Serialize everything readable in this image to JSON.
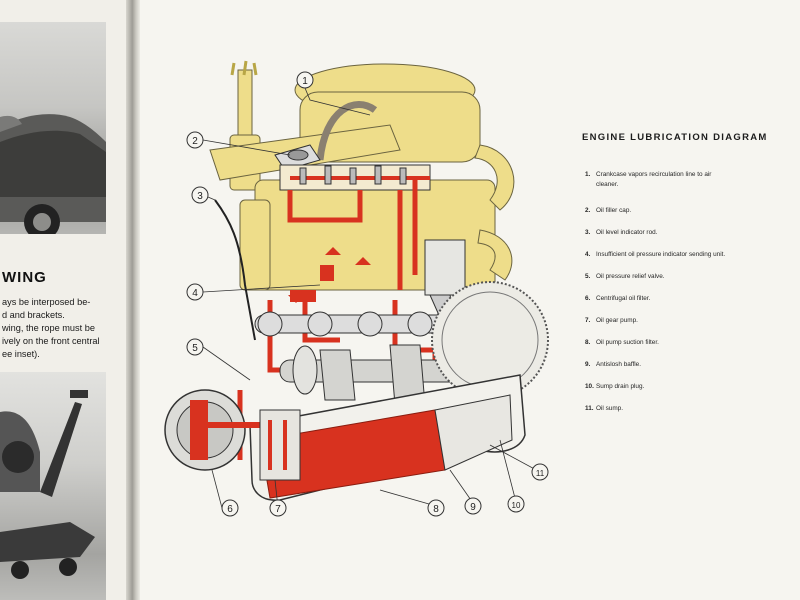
{
  "left_page": {
    "heading": "WING",
    "paragraph_lines": [
      "ays be interposed be-",
      "d and brackets.",
      "wing, the rope must be",
      "ively on the front central",
      "ee inset)."
    ]
  },
  "right_page": {
    "diagram_title": "ENGINE LUBRICATION DIAGRAM",
    "legend": [
      {
        "num": "1.",
        "lines": [
          "Crankcase vapors recirculation line to air",
          "cleaner."
        ]
      },
      {
        "num": "2.",
        "lines": [
          "Oil filler cap."
        ]
      },
      {
        "num": "3.",
        "lines": [
          "Oil level indicator rod."
        ]
      },
      {
        "num": "4.",
        "lines": [
          "Insufficient oil pressure indicator sending unit."
        ]
      },
      {
        "num": "5.",
        "lines": [
          "Oil pressure relief valve."
        ]
      },
      {
        "num": "6.",
        "lines": [
          "Centrifugal oil filter."
        ]
      },
      {
        "num": "7.",
        "lines": [
          "Oil gear pump."
        ]
      },
      {
        "num": "8.",
        "lines": [
          "Oil pump suction filter."
        ]
      },
      {
        "num": "9.",
        "lines": [
          "Antislosh baffle."
        ]
      },
      {
        "num": "10.",
        "lines": [
          "Sump drain plug."
        ]
      },
      {
        "num": "11.",
        "lines": [
          "Oil sump."
        ]
      }
    ],
    "callouts": [
      "1",
      "2",
      "3",
      "4",
      "5",
      "6",
      "7",
      "8",
      "9",
      "10",
      "11"
    ]
  },
  "colors": {
    "oil_red": "#d8321f",
    "engine_yellow": "#eedd8a",
    "line_ink": "#2a2a2a",
    "paper": "#f6f5f0"
  }
}
